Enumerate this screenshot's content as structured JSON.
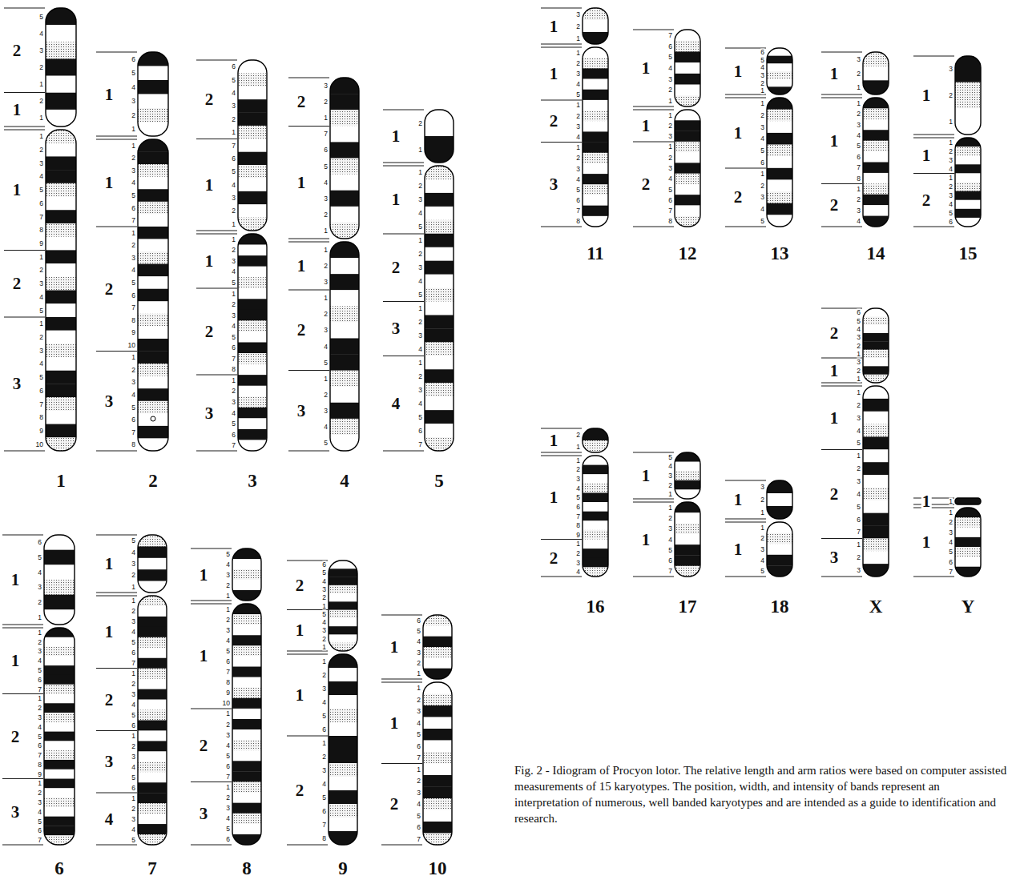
{
  "diagram": {
    "caption": "Fig. 2 - Idiogram of Procyon lotor. The relative length and arm ratios were based on computer assisted measurements of 15 karyotypes. The position, width, and intensity of bands represent an interpretation of numerous, well banded karyotypes and are intended as a guide to identification and research.",
    "nodes": [
      {
        "text": [
          "1"
        ]
      },
      {
        "text": [
          "2"
        ]
      },
      {
        "text": [
          "3"
        ]
      },
      {
        "text": [
          "4"
        ]
      },
      {
        "text": [
          "5"
        ]
      },
      {
        "text": [
          "6"
        ]
      },
      {
        "text": [
          "7"
        ]
      },
      {
        "text": [
          "8"
        ]
      },
      {
        "text": [
          "9"
        ]
      },
      {
        "text": [
          "10"
        ]
      },
      {
        "text": [
          "11"
        ]
      },
      {
        "text": [
          "12"
        ]
      },
      {
        "text": [
          "13"
        ]
      },
      {
        "text": [
          "14"
        ]
      },
      {
        "text": [
          "15"
        ]
      },
      {
        "text": [
          "16"
        ]
      },
      {
        "text": [
          "17"
        ]
      },
      {
        "text": [
          "18"
        ]
      },
      {
        "text": [
          "X"
        ]
      },
      {
        "text": [
          "Y"
        ]
      }
    ],
    "labels": [
      "2",
      "5",
      "4",
      "3",
      "2",
      "1",
      "1",
      "2",
      "1",
      "1",
      "1",
      "2",
      "3",
      "4",
      "5",
      "6",
      "7",
      "8",
      "9",
      "2",
      "1",
      "2",
      "3",
      "4",
      "5",
      "3",
      "1",
      "2",
      "3",
      "4",
      "5",
      "6",
      "7",
      "8",
      "9",
      "10",
      "1",
      "6",
      "5",
      "4",
      "3",
      "2",
      "1",
      "1",
      "1",
      "2",
      "3",
      "4",
      "5",
      "6",
      "7",
      "2",
      "1",
      "2",
      "3",
      "4",
      "5",
      "6",
      "7",
      "8",
      "9",
      "10",
      "3",
      "1",
      "2",
      "3",
      "4",
      "5",
      "6",
      "7",
      "8",
      "2",
      "6",
      "5",
      "4",
      "3",
      "2",
      "1",
      "1",
      "7",
      "6",
      "5",
      "4",
      "3",
      "2",
      "1",
      "1",
      "1",
      "2",
      "3",
      "4",
      "5",
      "2",
      "1",
      "2",
      "3",
      "4",
      "5",
      "6",
      "7",
      "8",
      "3",
      "1",
      "2",
      "3",
      "4",
      "5",
      "6",
      "7",
      "2",
      "3",
      "2",
      "1",
      "1",
      "7",
      "6",
      "5",
      "4",
      "3",
      "2",
      "1",
      "1",
      "1",
      "2",
      "3",
      "2",
      "1",
      "2",
      "3",
      "4",
      "5",
      "3",
      "1",
      "2",
      "3",
      "4",
      "5",
      "1",
      "2",
      "1",
      "1",
      "1",
      "2",
      "3",
      "4",
      "5",
      "2",
      "1",
      "2",
      "3",
      "4",
      "5",
      "3",
      "1",
      "2",
      "3",
      "4",
      "4",
      "1",
      "2",
      "3",
      "4",
      "5",
      "6",
      "7",
      "1",
      "6",
      "5",
      "4",
      "3",
      "2",
      "1",
      "1",
      "1",
      "2",
      "3",
      "4",
      "5",
      "6",
      "7",
      "2",
      "1",
      "2",
      "3",
      "4",
      "5",
      "6",
      "7",
      "8",
      "9",
      "3",
      "1",
      "2",
      "3",
      "4",
      "5",
      "6",
      "7",
      "1",
      "5",
      "4",
      "3",
      "2",
      "1",
      "1",
      "1",
      "2",
      "3",
      "4",
      "5",
      "6",
      "7",
      "2",
      "1",
      "2",
      "3",
      "4",
      "5",
      "6",
      "3",
      "1",
      "2",
      "3",
      "4",
      "5",
      "6",
      "4",
      "1",
      "2",
      "3",
      "4",
      "5",
      "1",
      "5",
      "4",
      "3",
      "2",
      "1",
      "1",
      "1",
      "2",
      "3",
      "4",
      "5",
      "6",
      "7",
      "8",
      "9",
      "10",
      "2",
      "1",
      "2",
      "3",
      "4",
      "5",
      "6",
      "7",
      "3",
      "1",
      "2",
      "3",
      "4",
      "5",
      "6",
      "2",
      "6",
      "5",
      "4",
      "3",
      "2",
      "1",
      "1",
      "5",
      "4",
      "3",
      "2",
      "1",
      "1",
      "1",
      "2",
      "3",
      "4",
      "5",
      "6",
      "2",
      "1",
      "2",
      "3",
      "4",
      "5",
      "6",
      "7",
      "8",
      "1",
      "6",
      "5",
      "4",
      "3",
      "2",
      "1",
      "1",
      "1",
      "2",
      "3",
      "4",
      "5",
      "6",
      "7",
      "2",
      "1",
      "2",
      "3",
      "4",
      "5",
      "6",
      "7",
      "1",
      "3",
      "2",
      "1",
      "1",
      "1",
      "2",
      "3",
      "4",
      "5",
      "2",
      "1",
      "2",
      "3",
      "4",
      "3",
      "1",
      "2",
      "3",
      "4",
      "5",
      "6",
      "7",
      "8",
      "1",
      "7",
      "6",
      "5",
      "4",
      "3",
      "2",
      "1",
      "1",
      "1",
      "2",
      "3",
      "2",
      "1",
      "2",
      "3",
      "4",
      "5",
      "6",
      "7",
      "8",
      "1",
      "6",
      "5",
      "4",
      "3",
      "2",
      "1",
      "1",
      "1",
      "2",
      "3",
      "4",
      "5",
      "6",
      "2",
      "1",
      "2",
      "3",
      "4",
      "5",
      "1",
      "3",
      "2",
      "1",
      "1",
      "1",
      "2",
      "3",
      "4",
      "5",
      "6",
      "7",
      "8",
      "2",
      "1",
      "2",
      "3",
      "4",
      "1",
      "3",
      "2",
      "1",
      "1",
      "1",
      "2",
      "3",
      "4",
      "2",
      "1",
      "2",
      "3",
      "4",
      "5",
      "6",
      "1",
      "2",
      "1",
      "1",
      "1",
      "2",
      "3",
      "4",
      "5",
      "6",
      "7",
      "8",
      "9",
      "2",
      "1",
      "2",
      "3",
      "4",
      "1",
      "5",
      "4",
      "3",
      "2",
      "1",
      "1",
      "1",
      "2",
      "3",
      "4",
      "5",
      "6",
      "7",
      "1",
      "3",
      "2",
      "1",
      "1",
      "1",
      "2",
      "3",
      "4",
      "5",
      "2",
      "6",
      "5",
      "4",
      "3",
      "2",
      "1",
      "1",
      "3",
      "2",
      "1",
      "1",
      "1",
      "2",
      "3",
      "4",
      "5",
      "2",
      "1",
      "2",
      "3",
      "4",
      "5",
      "6",
      "7",
      "3",
      "1",
      "2",
      "3",
      "1",
      "1",
      "1",
      "1",
      "2",
      "3",
      "4",
      "5",
      "6",
      "7"
    ]
  }
}
